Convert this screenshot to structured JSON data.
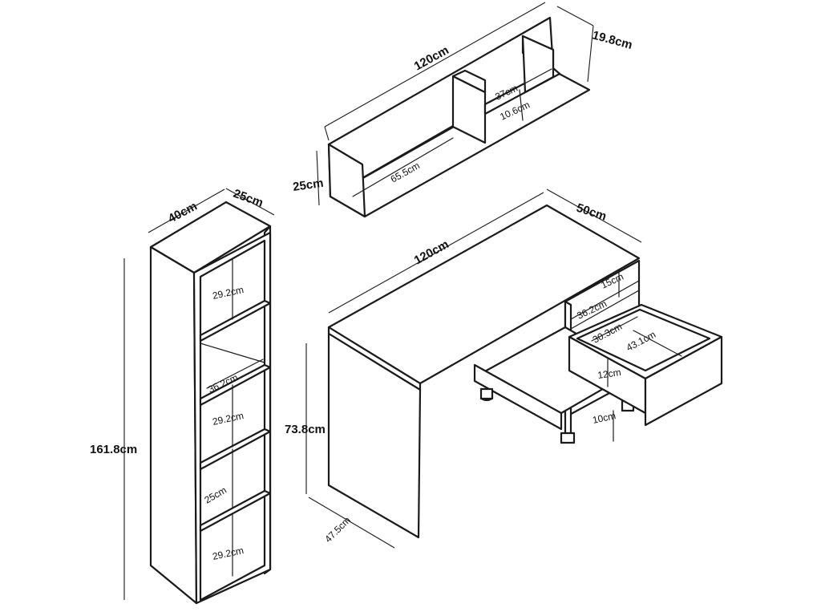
{
  "labels": {
    "wall_shelf": {
      "width": "120cm",
      "depth": "19.8cm",
      "height": "25cm",
      "inner_compartment_width": "37cm",
      "inner_compartment_height": "10.6cm",
      "inner_long_width": "65.5cm"
    },
    "desk": {
      "width": "120cm",
      "depth": "50cm",
      "height": "73.8cm",
      "leg_depth": "47.5cm",
      "top_compartment_height": "15cm",
      "inner_width": "36.2cm",
      "drawer_width": "30.3cm",
      "drawer_depth": "43.1cm",
      "drawer_height": "12cm",
      "bottom_gap": "10cm"
    },
    "bookcase": {
      "width": "40cm",
      "depth": "25cm",
      "height": "161.8cm",
      "shelf_1": "29.2cm",
      "inner_width": "36.2cm",
      "shelf_2": "29.2cm",
      "shelf_3": "25cm",
      "shelf_4": "29.2cm"
    }
  }
}
